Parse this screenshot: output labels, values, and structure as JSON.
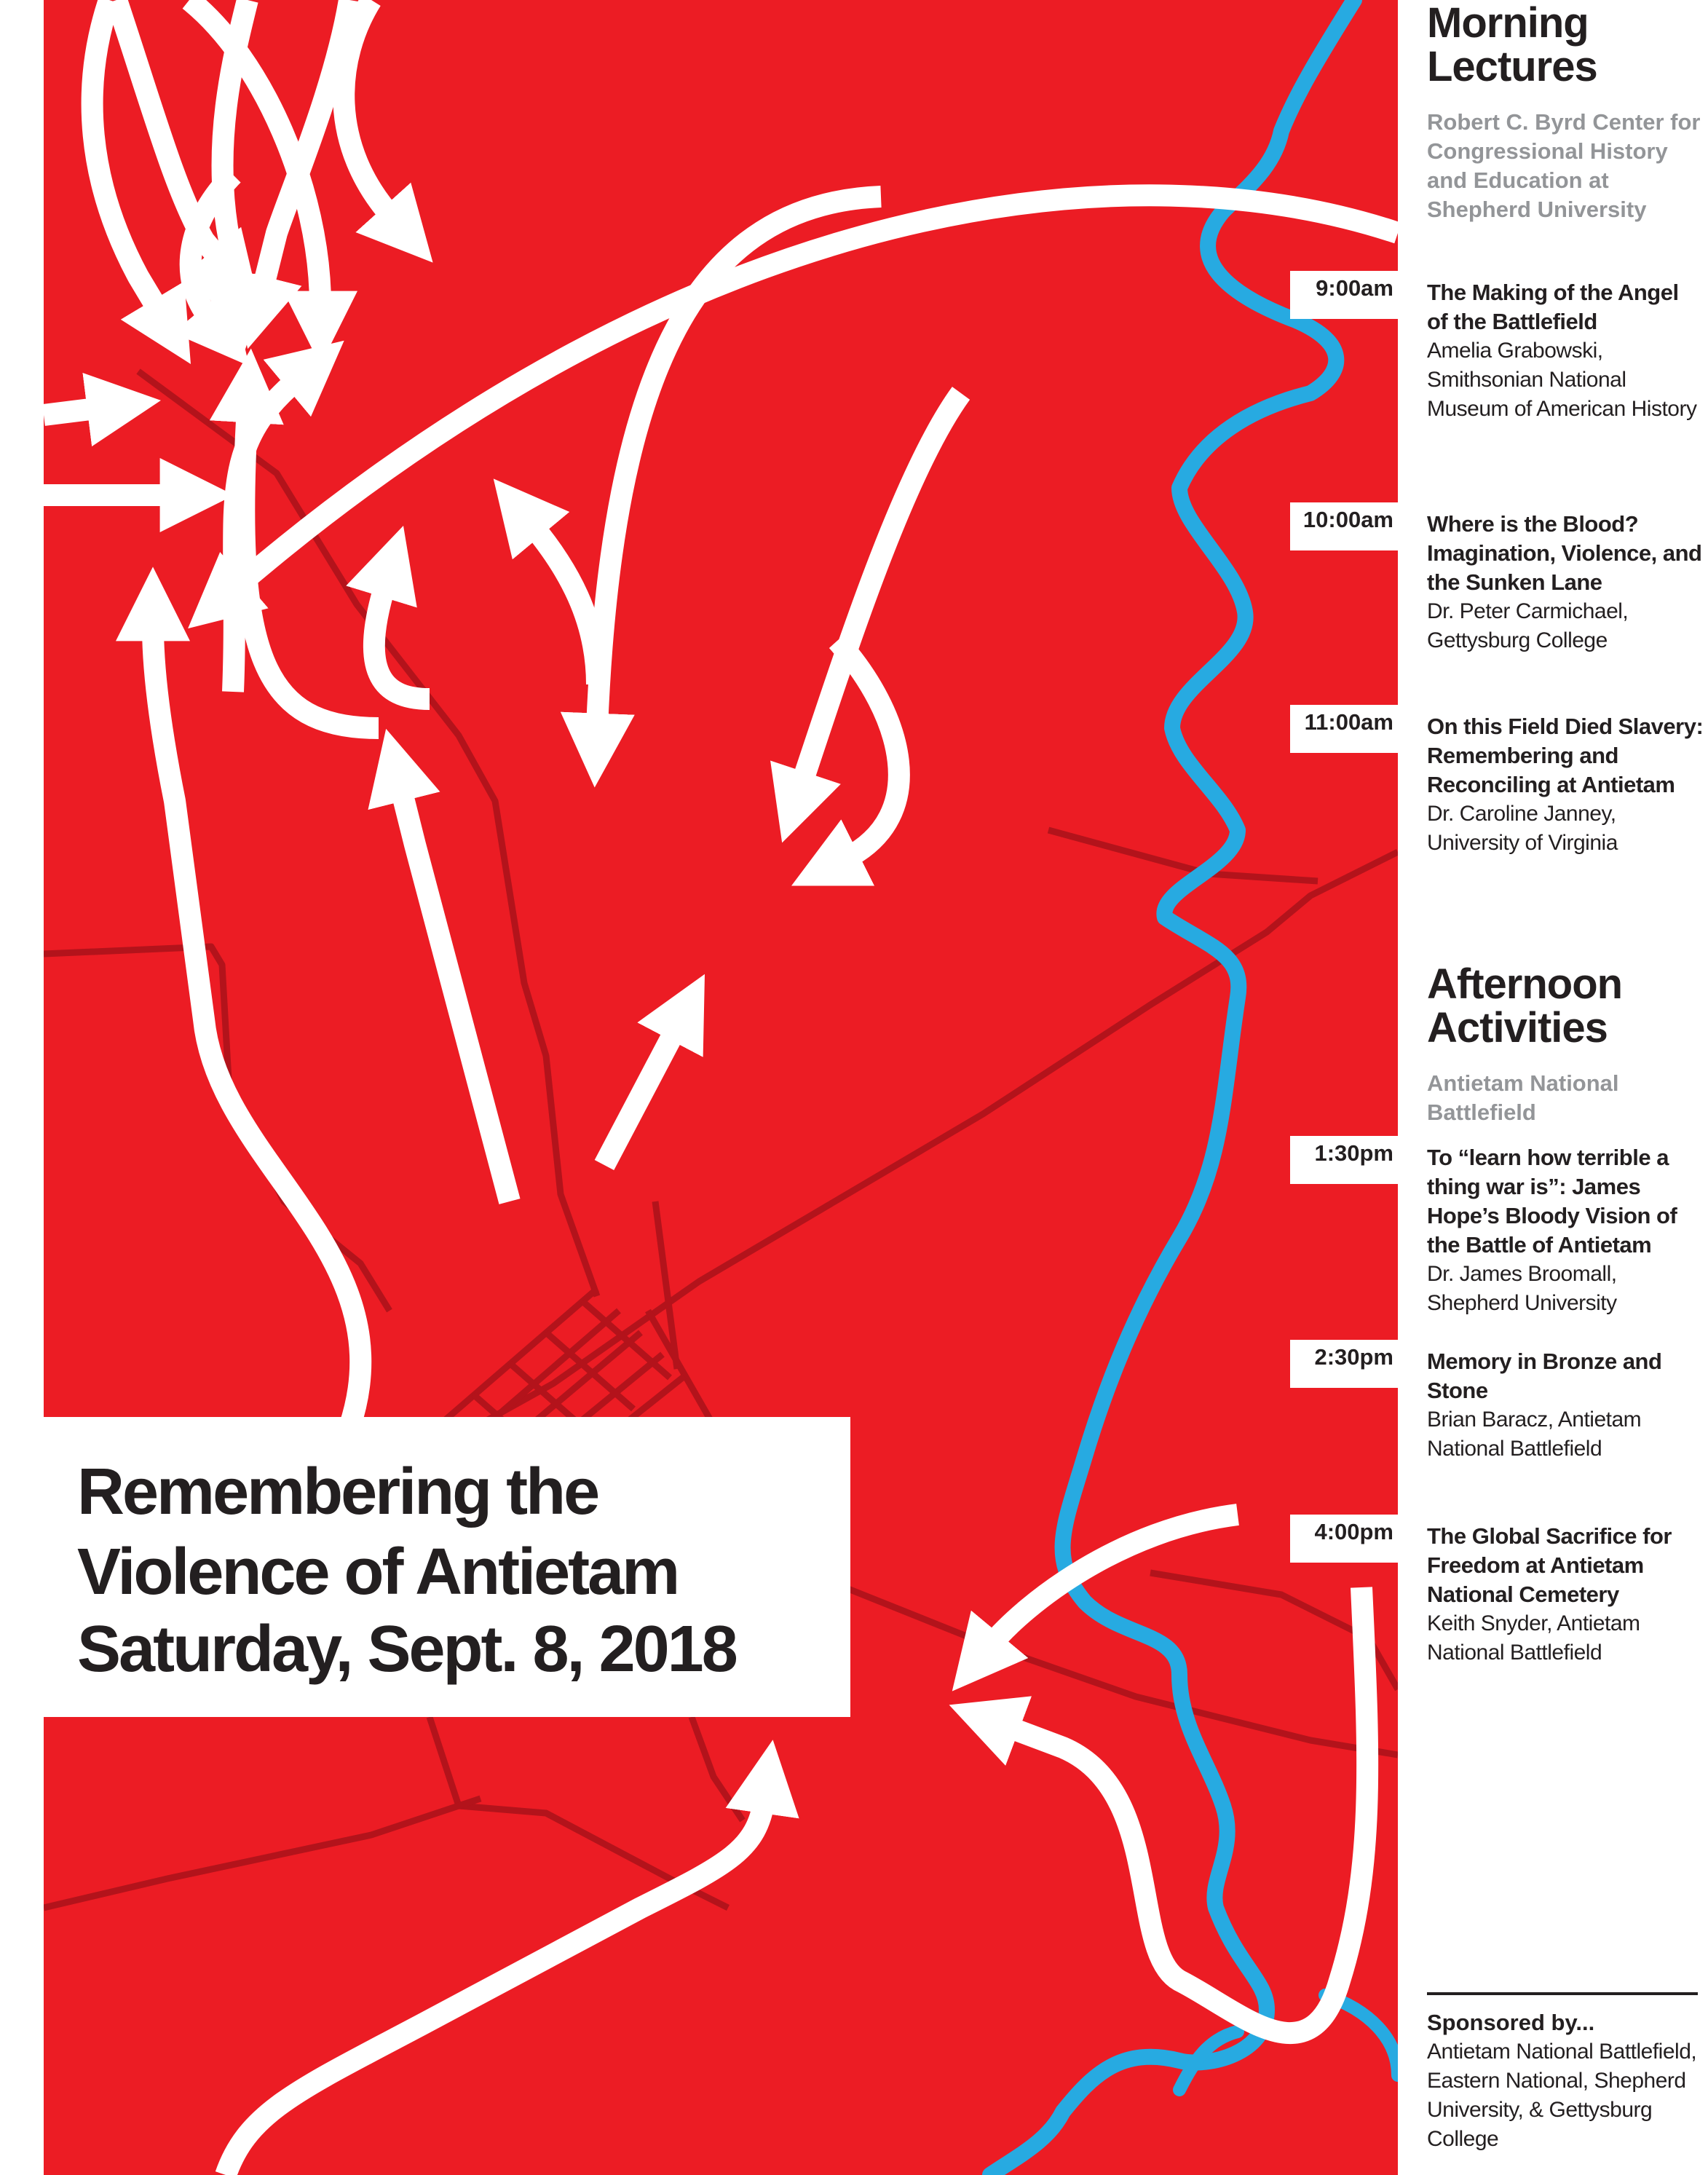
{
  "title": {
    "line1": "Remembering the",
    "line2": "Violence of Antietam",
    "line3": "Saturday, Sept. 8, 2018"
  },
  "morning": {
    "heading_line1": "Morning",
    "heading_line2": "Lectures",
    "venue": "Robert C. Byrd Center for Congressional History and Education at Shepherd University",
    "sessions": [
      {
        "time": "9:00am",
        "title": "The Making of the Angel of the Battlefield",
        "speaker": "Amelia Grabowski, Smithsonian National Museum of American History"
      },
      {
        "time": "10:00am",
        "title": "Where is the Blood? Imagination, Violence, and the Sunken Lane",
        "speaker": "Dr. Peter Carmichael, Gettysburg College"
      },
      {
        "time": "11:00am",
        "title": "On this Field Died Slavery: Remembering and Reconciling at Antietam",
        "speaker": "Dr. Caroline Janney, University of Virginia"
      }
    ]
  },
  "afternoon": {
    "heading_line1": "Afternoon",
    "heading_line2": "Activities",
    "venue": "Antietam National Battlefield",
    "sessions": [
      {
        "time": "1:30pm",
        "title": "To “learn how terrible a thing war is”: James Hope’s Bloody Vision of the Battle of Antietam",
        "speaker": "Dr. James Broomall, Shepherd University"
      },
      {
        "time": "2:30pm",
        "title": "Memory in Bronze and Stone",
        "speaker": "Brian Baracz, Antietam National Battlefield"
      },
      {
        "time": "4:00pm",
        "title": "The Global Sacrifice for Freedom at Antietam National Cemetery",
        "speaker": "Keith Snyder, Antietam National Battlefield"
      }
    ]
  },
  "sponsors": {
    "heading": "Sponsored by...",
    "text": "Antietam National Battlefield, Eastern National, Shepherd University, & Gettysburg College"
  },
  "colors": {
    "map_red": "#ec1c24",
    "road_dark_red": "#b3131b",
    "river_blue": "#27aae1",
    "arrow_white": "#ffffff",
    "text_dark": "#231f20",
    "venue_gray": "#939598"
  }
}
